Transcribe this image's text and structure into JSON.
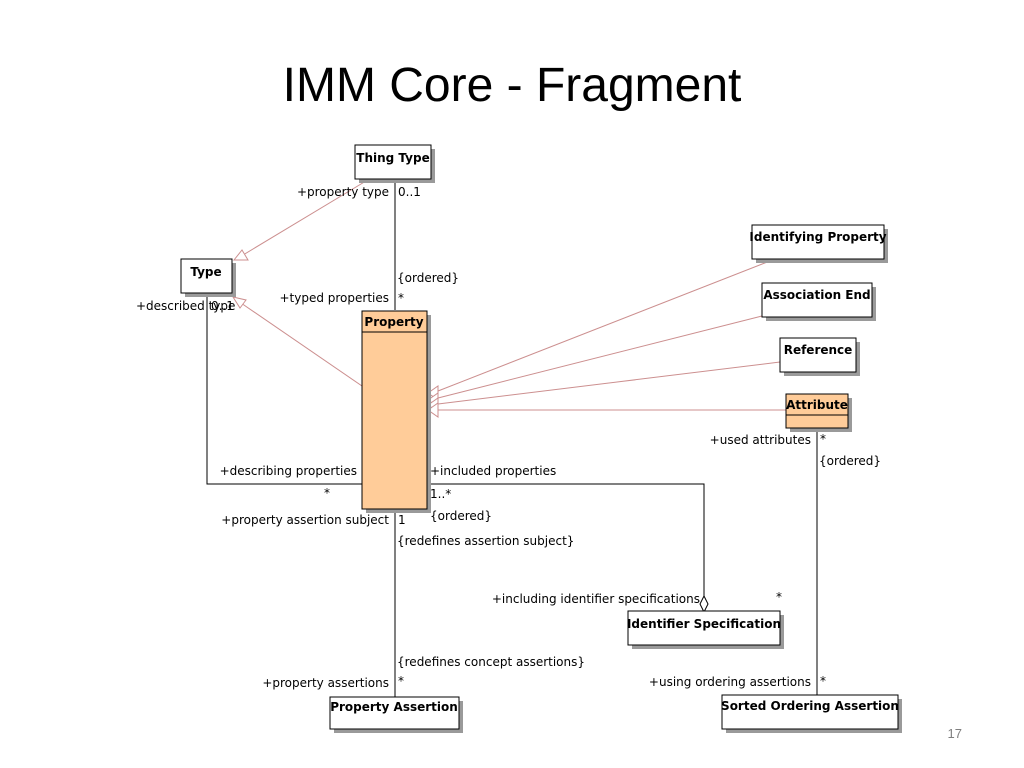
{
  "title": "IMM Core - Fragment",
  "page_number": "17",
  "classes": {
    "thing_type": "Thing Type",
    "type": "Type",
    "property": "Property",
    "identifying_property": "Identifying Property",
    "association_end": "Association End",
    "reference": "Reference",
    "attribute": "Attribute",
    "identifier_specification": "Identifier Specification",
    "property_assertion": "Property Assertion",
    "sorted_ordering_assertion": "Sorted Ordering Assertion"
  },
  "labels": {
    "property_type_role": "+property type",
    "property_type_mult": "0..1",
    "typed_properties_ordered": "{ordered}",
    "typed_properties_role": "+typed properties",
    "typed_properties_mult": "*",
    "described_type_role": "+described type",
    "described_type_mult": "0..1",
    "describing_properties_role": "+describing properties",
    "describing_properties_mult": "*",
    "included_properties_role": "+included properties",
    "included_properties_mult": "1..*",
    "included_properties_ordered": "{ordered}",
    "including_identifier_role": "+including identifier specifications",
    "including_identifier_mult": "*",
    "used_attributes_role": "+used attributes",
    "used_attributes_mult": "*",
    "used_attributes_ordered": "{ordered}",
    "assertion_subject_role": "+property assertion subject",
    "assertion_subject_mult": "1",
    "redefines_assertion_subject": "{redefines assertion subject}",
    "redefines_concept_assertions": "{redefines concept assertions}",
    "property_assertions_role": "+property assertions",
    "property_assertions_mult": "*",
    "using_ordering_role": "+using ordering assertions",
    "using_ordering_mult": "*"
  },
  "colors": {
    "highlight_fill": "#ffcc99",
    "generalization_line": "#cc8f8f"
  }
}
